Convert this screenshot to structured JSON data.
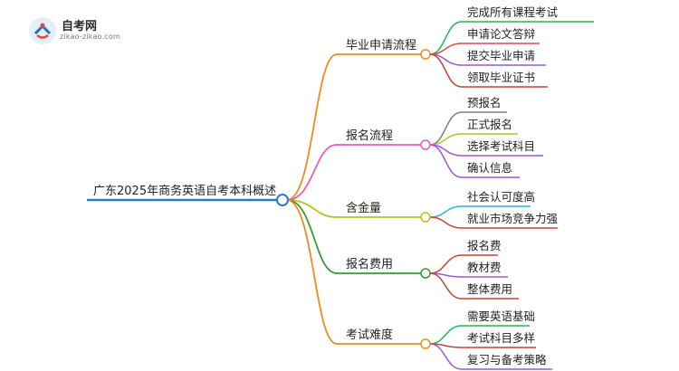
{
  "logo": {
    "name": "自考网",
    "url": "zikao-zikao.com"
  },
  "mindmap": {
    "root": "广东2025年商务英语自考本科概述",
    "branches": [
      {
        "label": "毕业申请流程",
        "color": "#f28a1c",
        "children": [
          {
            "label": "完成所有课程考试",
            "color": "#27b35b"
          },
          {
            "label": "申请论文答辩",
            "color": "#d94b4b"
          },
          {
            "label": "提交毕业申请",
            "color": "#9b59d0"
          },
          {
            "label": "领取毕业证书",
            "color": "#c2443a"
          }
        ]
      },
      {
        "label": "报名流程",
        "color": "#e85ac8",
        "children": [
          {
            "label": "预报名",
            "color": "#7f7f7f"
          },
          {
            "label": "正式报名",
            "color": "#b6c21e"
          },
          {
            "label": "选择考试科目",
            "color": "#9b59d0"
          },
          {
            "label": "确认信息",
            "color": "#9b59d0"
          }
        ]
      },
      {
        "label": "含金量",
        "color": "#b2c414",
        "children": [
          {
            "label": "社会认可度高",
            "color": "#2cb6cf"
          },
          {
            "label": "就业市场竞争力强",
            "color": "#c2443a"
          }
        ]
      },
      {
        "label": "报名费用",
        "color": "#3a9a32",
        "children": [
          {
            "label": "报名费",
            "color": "#c2443a"
          },
          {
            "label": "教材费",
            "color": "#9b59d0"
          },
          {
            "label": "整体费用",
            "color": "#c2443a"
          }
        ]
      },
      {
        "label": "考试难度",
        "color": "#f28a1c",
        "children": [
          {
            "label": "需要英语基础",
            "color": "#27b35b"
          },
          {
            "label": "考试科目多样",
            "color": "#c2443a"
          },
          {
            "label": "复习与备考策略",
            "color": "#9b59d0"
          }
        ]
      }
    ]
  }
}
